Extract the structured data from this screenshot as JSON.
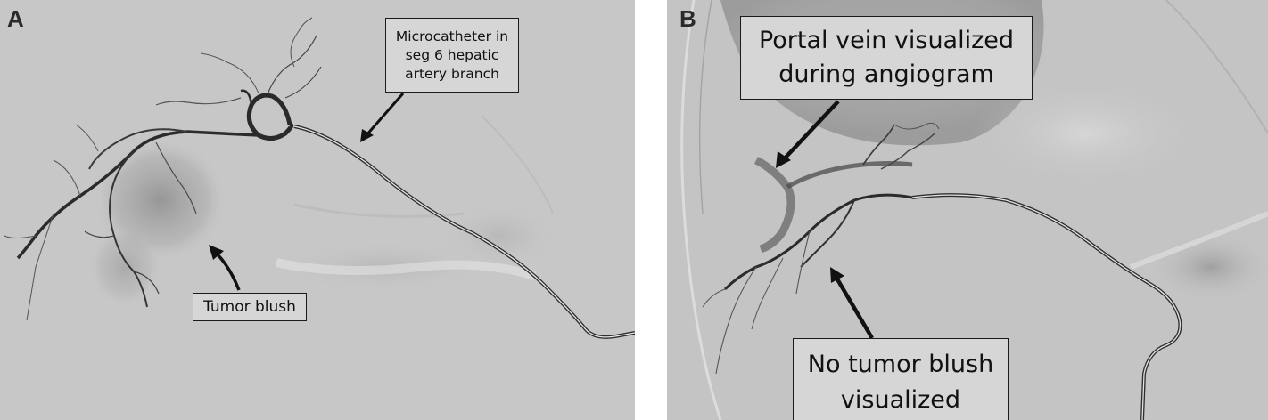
{
  "panel_a": {
    "letter": "A",
    "callouts": {
      "microcatheter": "Microcatheter in seg 6 hepatic artery branch",
      "tumor_blush": "Tumor blush"
    }
  },
  "panel_b": {
    "letter": "B",
    "callouts": {
      "portal_vein": "Portal vein visualized during angiogram",
      "no_tumor_blush": "No tumor blush visualized"
    }
  },
  "colors": {
    "background_a": "#c7c7c7",
    "background_b": "#c4c4c4",
    "vessel": "#2b2b2b",
    "arrow": "#111111"
  }
}
